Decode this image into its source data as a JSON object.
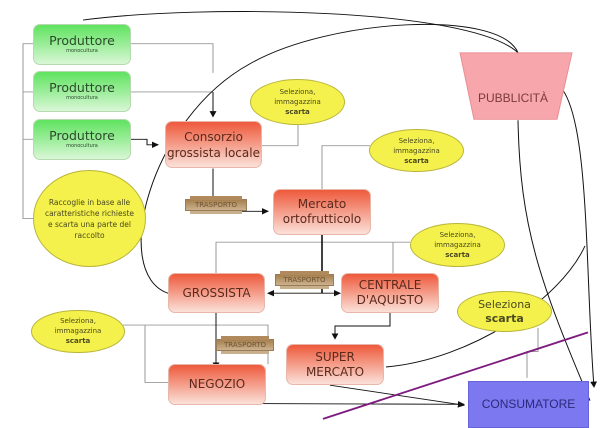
{
  "diagram": {
    "producers": [
      {
        "title": "Produttore",
        "subtitle": "monocultura"
      },
      {
        "title": "Produttore",
        "subtitle": "monocultura"
      },
      {
        "title": "Produttore",
        "subtitle": "monocultura"
      }
    ],
    "harvest_note": "Raccoglie in base alle caratteristiche richieste e scarta una parte del raccolto",
    "nodes": {
      "consorzio": "Consorzio grossista locale",
      "mercato": "Mercato ortofrutticolo",
      "grossista": "GROSSISTA",
      "centrale": "CENTRALE D'AQUISTO",
      "negozio": "NEGOZIO",
      "supermercato": "SUPER MERCATO",
      "consumatore": "CONSUMATORE",
      "pubblicita": "PUBBLICITÀ"
    },
    "ellipses": {
      "line1": "Seleziona,",
      "line2": "immagazzina",
      "line3": "scarta",
      "consumer_line1": "Seleziona",
      "consumer_line2": "scarta"
    },
    "transport_label": "TRASPORTO",
    "colors": {
      "producer": "#5fe35f",
      "actor": "#ee5a3c",
      "note": "#f4f04c",
      "advertising": "#f7a7ab",
      "consumer": "#7b78f0",
      "divider": "#7d1b7e"
    }
  }
}
